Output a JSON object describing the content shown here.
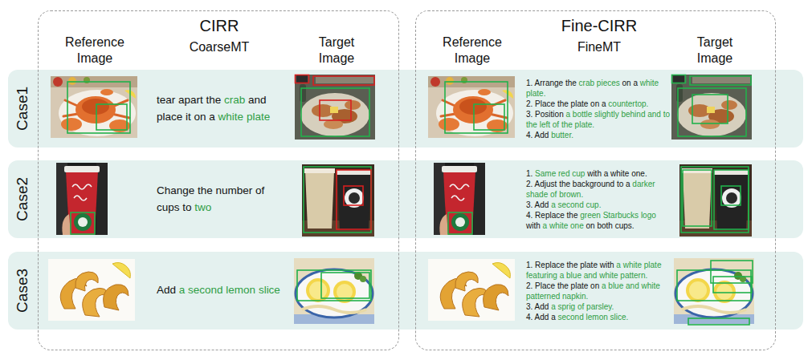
{
  "diagram": {
    "nodes": [
      {
        "text": [
          "CIRR",
          "Reference Image",
          "CoarseMT",
          "Target Image"
        ]
      },
      {
        "text": [
          "Fine-CIRR",
          "Reference Image",
          "FineMT",
          "Target Image"
        ]
      },
      {
        "text": [
          "Case1",
          "tear apart the crab and place it on a white plate",
          "1. Arrange the crab pieces on a white plate.",
          "2. Place the plate on a countertop.",
          "3. Position a bottle slightly behind and to the left of the plate.",
          "4. Add butter."
        ]
      },
      {
        "text": [
          "Case2",
          "Change the number of cups to two",
          "1. Same red cup with a white one.",
          "2. Adjust the background to a darker shade of brown.",
          "3. Add a second cup.",
          "4. Replace the green Starbucks logo with a white one on both cups."
        ]
      },
      {
        "text": [
          "Case3",
          "Add a second lemon slice",
          "1. Replace the plate with a white plate featuring a blue and white pattern.",
          "2. Place the plate on a blue and white patterned napkin.",
          "3. Add a sprig of parsley.",
          "4. Add a second lemon slice."
        ]
      }
    ]
  }
}
